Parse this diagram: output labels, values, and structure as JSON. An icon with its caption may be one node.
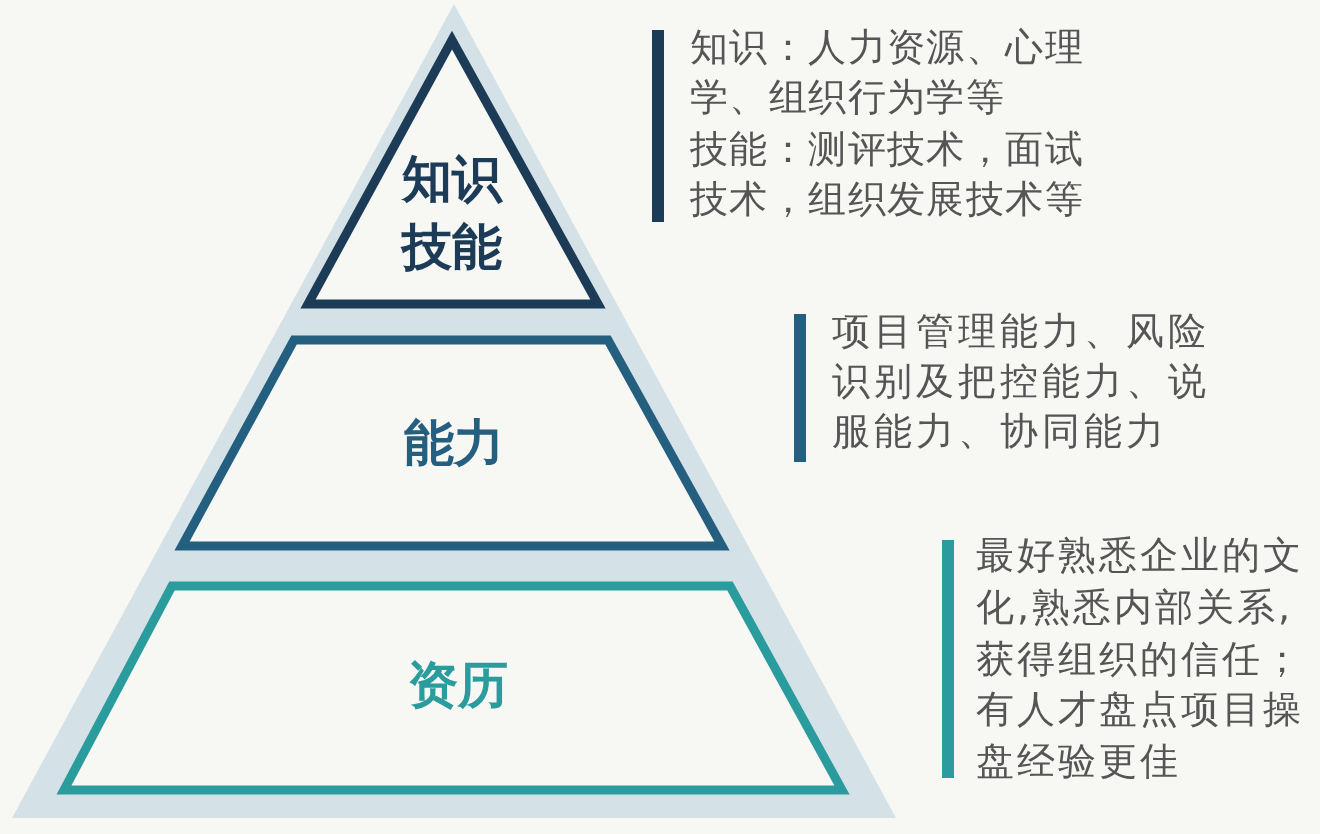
{
  "diagram": {
    "nodes": [
      {
        "text": [
          "知识技能"
        ],
        "beside": [
          "知识：人力资源、心理学、组织行为学等",
          "技能：测评技术，面试技术，组织发展技术等"
        ]
      },
      {
        "text": [
          "能力"
        ],
        "beside": [
          "项目管理能力、风险识别及把控能力、说服能力、协同能力"
        ]
      },
      {
        "text": [
          "资历"
        ],
        "beside": [
          "最好熟悉企业的文化,熟悉内部关系,获得组织的信任；有人才盘点项目操盘经验更佳"
        ]
      }
    ]
  }
}
